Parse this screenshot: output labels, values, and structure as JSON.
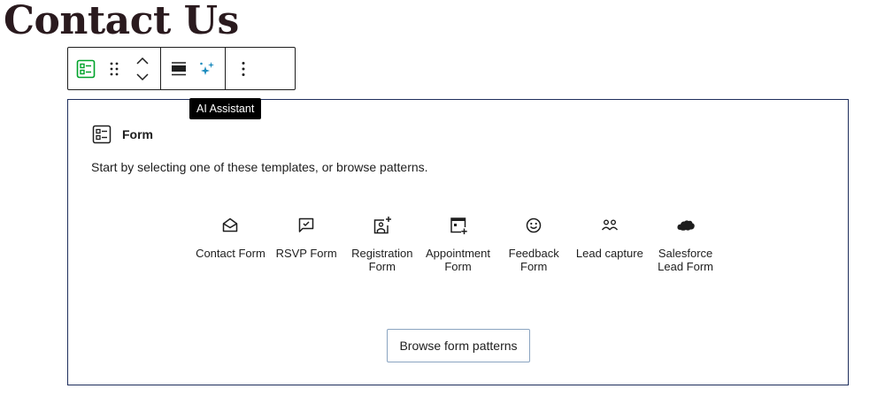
{
  "page": {
    "title": "Contact Us"
  },
  "toolbar": {
    "items": [
      {
        "name": "form-block-icon",
        "label": "Form"
      },
      {
        "name": "drag-handle-icon",
        "label": "Drag"
      },
      {
        "name": "move-up-down-icon",
        "label": "Move up/down"
      },
      {
        "name": "align-icon",
        "label": "Align"
      },
      {
        "name": "ai-assistant-icon",
        "label": "AI Assistant"
      },
      {
        "name": "more-options-icon",
        "label": "Options"
      }
    ],
    "accent_green": "#00a32a",
    "accent_blue": "#1e8cbe"
  },
  "tooltip": {
    "text": "AI Assistant"
  },
  "block": {
    "title": "Form",
    "instructions": "Start by selecting one of these templates, or browse patterns.",
    "templates": [
      {
        "icon": "envelope-open-icon",
        "label": "Contact Form"
      },
      {
        "icon": "chat-check-icon",
        "label": "RSVP Form"
      },
      {
        "icon": "person-add-icon",
        "label": "Registration Form"
      },
      {
        "icon": "calendar-add-icon",
        "label": "Appointment Form"
      },
      {
        "icon": "smiley-icon",
        "label": "Feedback Form"
      },
      {
        "icon": "people-icon",
        "label": "Lead capture"
      },
      {
        "icon": "salesforce-cloud-icon",
        "label": "Salesforce Lead Form"
      }
    ],
    "browse_button": "Browse form patterns",
    "border_color": "#1e2e5c"
  }
}
